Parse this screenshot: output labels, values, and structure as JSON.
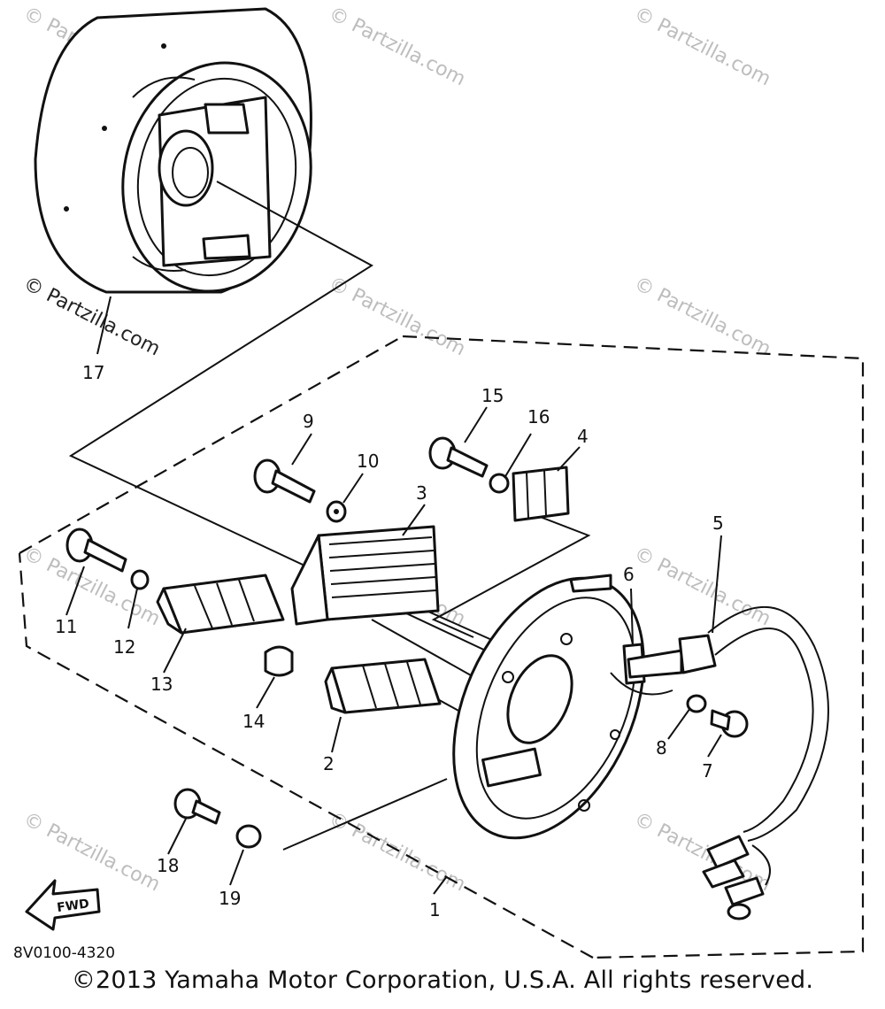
{
  "diagram": {
    "callouts": [
      "1",
      "2",
      "3",
      "4",
      "5",
      "6",
      "7",
      "8",
      "9",
      "10",
      "11",
      "12",
      "13",
      "14",
      "15",
      "16",
      "17",
      "18",
      "19"
    ],
    "part_code": "8V0100-4320",
    "fwd_label": "FWD",
    "copyright": "©2013 Yamaha Motor Corporation, U.S.A. All rights reserved.",
    "watermark": "© Partzilla.com"
  }
}
